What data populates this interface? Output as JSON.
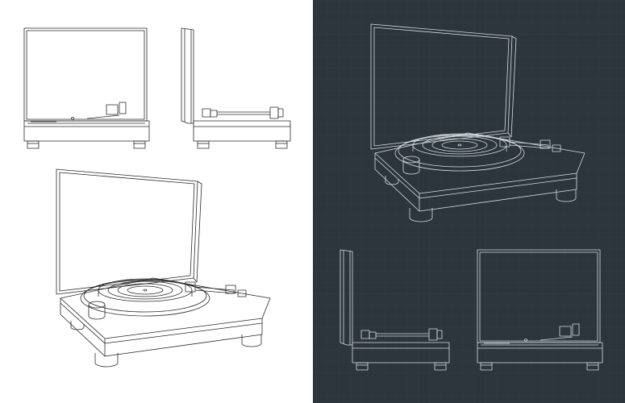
{
  "colors": {
    "left_background": "#ffffff",
    "left_lines": "#2a2a2a",
    "right_background": "#2b353b",
    "right_grid": "#35424a",
    "right_lines": "#d9dee0"
  },
  "panels": [
    {
      "theme": "light",
      "views": [
        "front-view",
        "side-view",
        "perspective-view"
      ]
    },
    {
      "theme": "blueprint",
      "views": [
        "perspective-view",
        "side-view",
        "front-view"
      ]
    }
  ]
}
